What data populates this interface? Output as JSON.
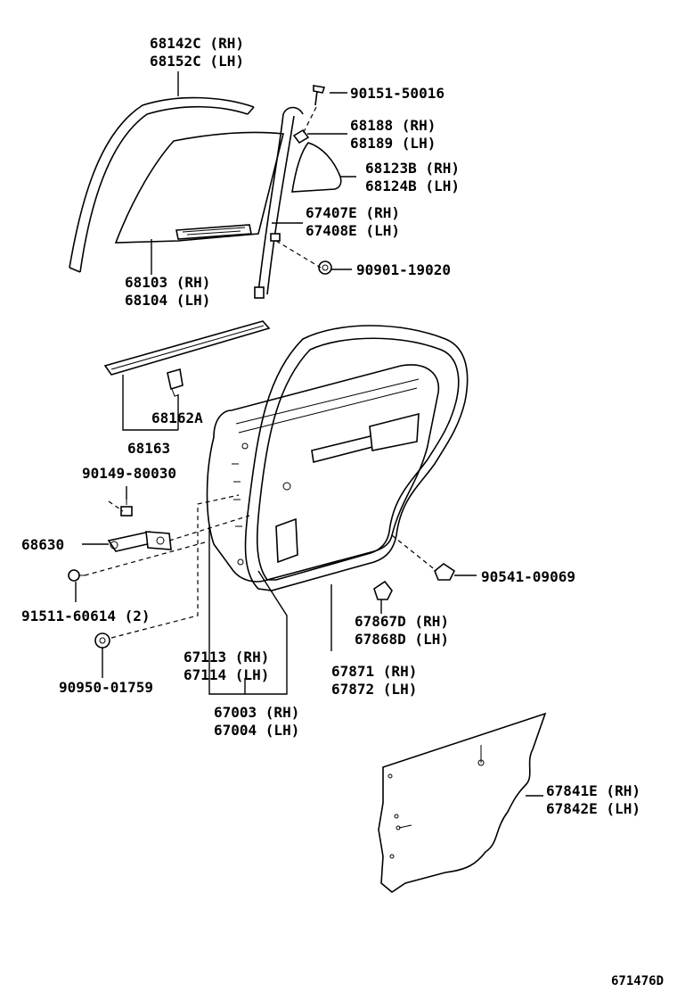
{
  "labels": {
    "p68142": "68142C (RH)",
    "p68152": "68152C (LH)",
    "p90151": "90151-50016",
    "p68188": "68188 (RH)",
    "p68189": "68189 (LH)",
    "p68123": "68123B (RH)",
    "p68124": "68124B (LH)",
    "p67407": "67407E (RH)",
    "p67408": "67408E (LH)",
    "p90901": "90901-19020",
    "p68103": "68103 (RH)",
    "p68104": "68104 (LH)",
    "p68162": "68162A",
    "p68163": "68163",
    "p90149": "90149-80030",
    "p68630": "68630",
    "p91511": "91511-60614 (2)",
    "p90950": "90950-01759",
    "p67113": "67113 (RH)",
    "p67114": "67114 (LH)",
    "p67003": "67003 (RH)",
    "p67004": "67004 (LH)",
    "p67871": "67871 (RH)",
    "p67872": "67872 (LH)",
    "p67867": "67867D (RH)",
    "p67868": "67868D (LH)",
    "p90541": "90541-09069",
    "p67841": "67841E (RH)",
    "p67842": "67842E (LH)",
    "diagram_id": "671476D"
  }
}
